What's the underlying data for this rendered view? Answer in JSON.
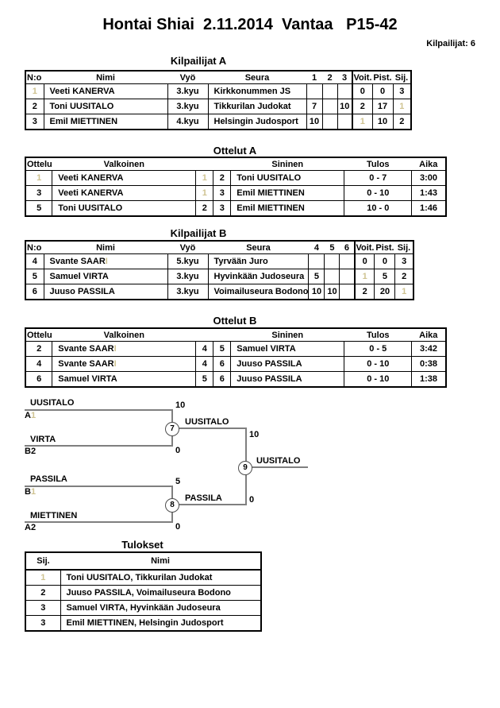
{
  "title": "Hontai Shiai  2.11.2014  Vantaa   P15-42",
  "competitors_label": "Kilpailijat: 6",
  "colors": {
    "border": "#000000",
    "bracket_line": "#7f7f7f",
    "faint_print": "#cfc391",
    "background": "#ffffff"
  },
  "pool_a": {
    "heading": "Kilpailijat A",
    "headers": [
      "N:o",
      "Nimi",
      "Vyö",
      "Seura",
      "1",
      "2",
      "3",
      "Voit.",
      "Pist.",
      "Sij."
    ],
    "rows": [
      [
        {
          "f": "1"
        },
        "Veeti KANERVA",
        "3.kyu",
        "Kirkkonummen JS",
        "",
        "",
        "",
        "0",
        "0",
        "3"
      ],
      [
        "2",
        "Toni UUSITALO",
        "3.kyu",
        "Tikkurilan Judokat",
        "7",
        "",
        "10",
        "2",
        "17",
        {
          "f": "1"
        }
      ],
      [
        "3",
        "Emil MIETTINEN",
        "4.kyu",
        "Helsingin Judosport",
        "10",
        "",
        "",
        {
          "f": "1"
        },
        "10",
        "2"
      ]
    ]
  },
  "matches_a": {
    "heading": "Ottelut A",
    "headers": [
      "Ottelu",
      "Valkoinen",
      "",
      "",
      "Sininen",
      "Tulos",
      "Aika"
    ],
    "rows": [
      [
        {
          "f": "1"
        },
        "Veeti KANERVA",
        {
          "f": "1"
        },
        "2",
        "Toni UUSITALO",
        "0 - 7",
        "3:00"
      ],
      [
        "3",
        "Veeti KANERVA",
        {
          "f": "1"
        },
        "3",
        "Emil MIETTINEN",
        "0 - 10",
        "1:43"
      ],
      [
        "5",
        "Toni UUSITALO",
        "2",
        "3",
        "Emil MIETTINEN",
        "10 - 0",
        "1:46"
      ]
    ]
  },
  "pool_b": {
    "heading": "Kilpailijat B",
    "headers": [
      "N:o",
      "Nimi",
      "Vyö",
      "Seura",
      "4",
      "5",
      "6",
      "Voit.",
      "Pist.",
      "Sij."
    ],
    "rows": [
      [
        "4",
        {
          "t": "Svante SAAR",
          "f": "I"
        },
        "5.kyu",
        "Tyrvään Juro",
        "",
        "",
        "",
        "0",
        "0",
        "3"
      ],
      [
        "5",
        "Samuel VIRTA",
        "3.kyu",
        "Hyvinkään Judoseura",
        "5",
        "",
        "",
        {
          "f": "1"
        },
        "5",
        "2"
      ],
      [
        "6",
        "Juuso PASSILA",
        "3.kyu",
        "Voimailuseura Bodono",
        "10",
        "10",
        "",
        "2",
        "20",
        {
          "f": "1"
        }
      ]
    ]
  },
  "matches_b": {
    "heading": "Ottelut B",
    "headers": [
      "Ottelu",
      "Valkoinen",
      "",
      "",
      "Sininen",
      "Tulos",
      "Aika"
    ],
    "rows": [
      [
        "2",
        {
          "t": "Svante SAAR",
          "f": "I"
        },
        "4",
        "5",
        "Samuel VIRTA",
        "0 - 5",
        "3:42"
      ],
      [
        "4",
        {
          "t": "Svante SAAR",
          "f": "I"
        },
        "4",
        "6",
        "Juuso PASSILA",
        "0 - 10",
        "0:38"
      ],
      [
        "6",
        "Samuel VIRTA",
        "5",
        "6",
        "Juuso PASSILA",
        "0 - 10",
        "1:38"
      ]
    ]
  },
  "bracket": {
    "sf1_no": "7",
    "sf1_top_name": "UUSITALO",
    "sf1_top_seed_main": "A",
    "sf1_top_seed_faint": "1",
    "sf1_top_score": "10",
    "sf1_bottom_name": "VIRTA",
    "sf1_bottom_seed_main": "B2",
    "sf1_bottom_seed_faint": "",
    "sf1_bottom_score": "0",
    "sf1_winner": "UUSITALO",
    "sf1_winner_score": "10",
    "sf2_no": "8",
    "sf2_top_name": "PASSILA",
    "sf2_top_seed_main": "B",
    "sf2_top_seed_faint": "1",
    "sf2_top_score": "5",
    "sf2_bottom_name": "MIETTINEN",
    "sf2_bottom_seed_main": "A2",
    "sf2_bottom_seed_faint": "",
    "sf2_bottom_score": "0",
    "sf2_winner": "PASSILA",
    "sf2_winner_score": "0",
    "final_no": "9",
    "final_winner": "UUSITALO"
  },
  "results": {
    "heading": "Tulokset",
    "headers": [
      "Sij.",
      "Nimi"
    ],
    "rows": [
      [
        {
          "f": "1"
        },
        "Toni UUSITALO, Tikkurilan Judokat"
      ],
      [
        "2",
        "Juuso PASSILA, Voimailuseura Bodono"
      ],
      [
        "3",
        "Samuel VIRTA, Hyvinkään Judoseura"
      ],
      [
        "3",
        "Emil MIETTINEN, Helsingin Judosport"
      ]
    ]
  }
}
